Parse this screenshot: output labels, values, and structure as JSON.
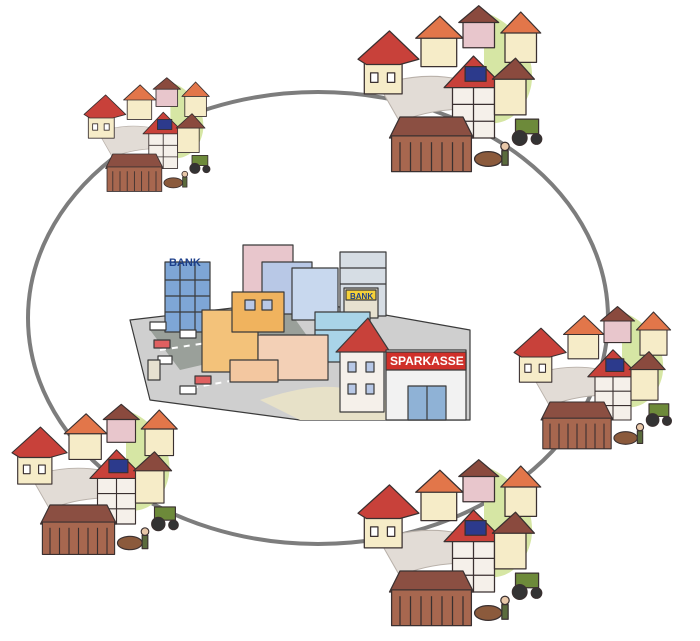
{
  "diagram": {
    "signs": {
      "bank_1": "BANK",
      "bank_2": "BANK",
      "sparkasse": "SPARKASSE"
    },
    "colors": {
      "ring": "#7d7d7d",
      "roof_red": "#c8413a",
      "roof_orange": "#e2764a",
      "roof_brown": "#8a4a3e",
      "wall_cream": "#f6ecc8",
      "wall_pink": "#e8c6cc",
      "barn": "#8b4f42",
      "tractor": "#6d8a3a",
      "grass": "#d6e6a4",
      "solar": "#2c3a8c",
      "sparkasse_red": "#d0302a"
    },
    "villages": [
      "village-top-left",
      "village-top-right",
      "village-right",
      "village-bottom-left",
      "village-bottom-right"
    ]
  }
}
